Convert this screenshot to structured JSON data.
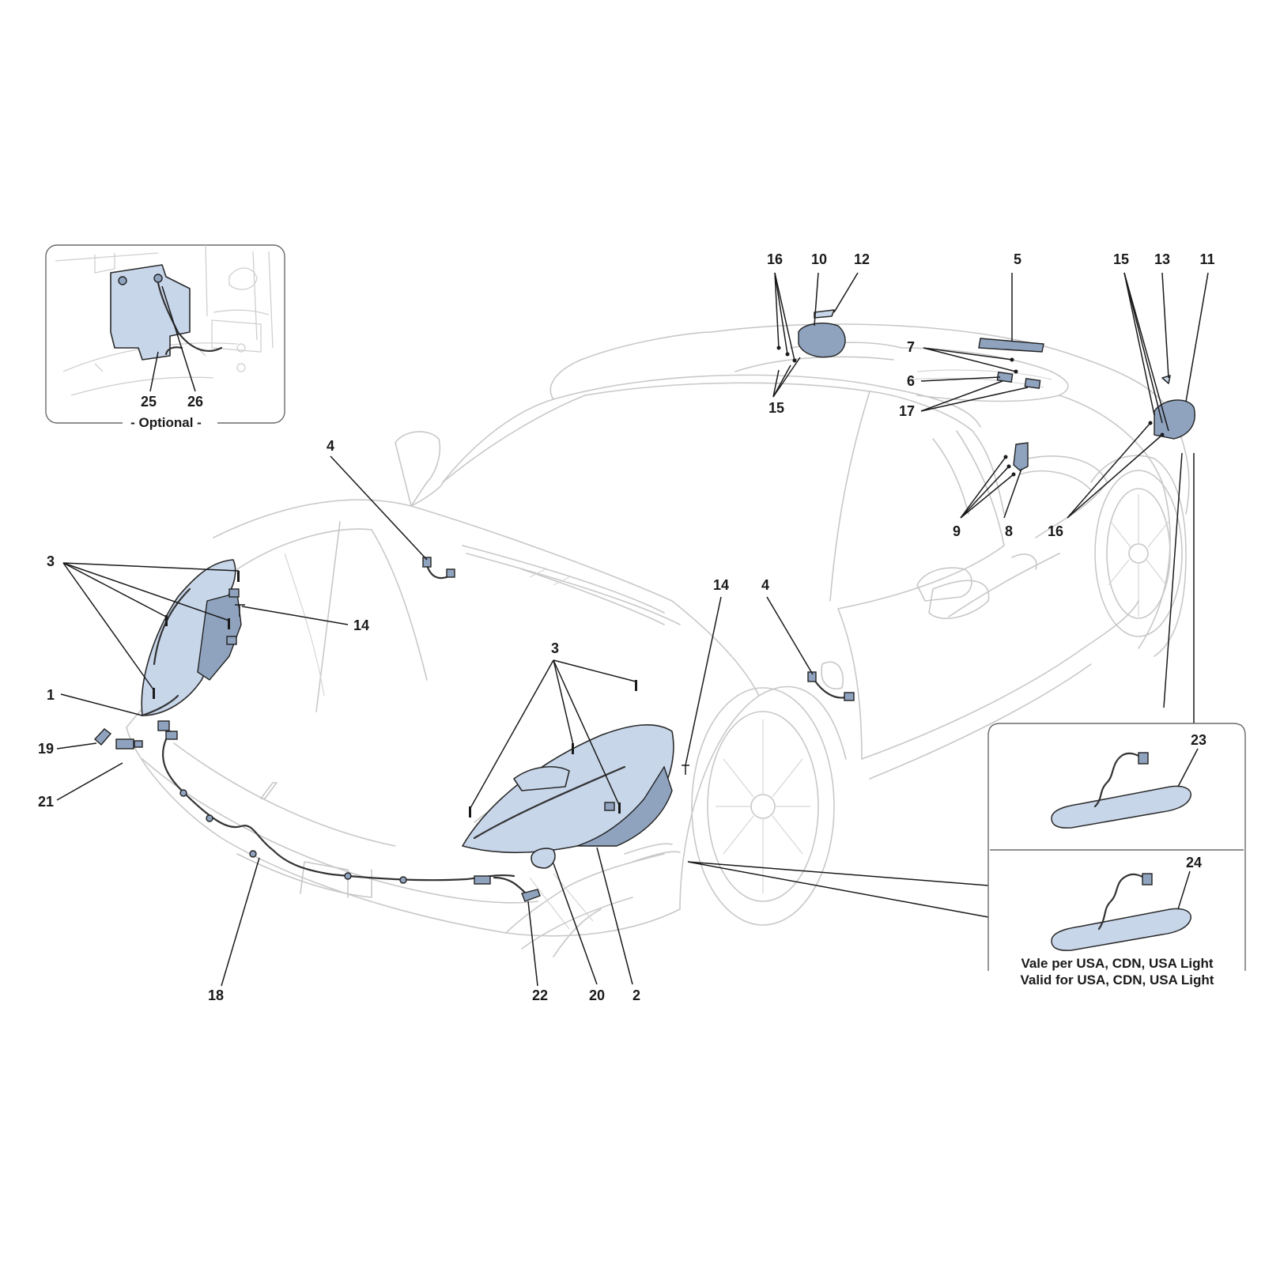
{
  "callouts": [
    {
      "label": "1"
    },
    {
      "label": "2"
    },
    {
      "label": "3"
    },
    {
      "label": "3"
    },
    {
      "label": "4"
    },
    {
      "label": "4"
    },
    {
      "label": "5"
    },
    {
      "label": "6"
    },
    {
      "label": "7"
    },
    {
      "label": "8"
    },
    {
      "label": "9"
    },
    {
      "label": "10"
    },
    {
      "label": "11"
    },
    {
      "label": "12"
    },
    {
      "label": "13"
    },
    {
      "label": "14"
    },
    {
      "label": "14"
    },
    {
      "label": "15"
    },
    {
      "label": "15"
    },
    {
      "label": "16"
    },
    {
      "label": "16"
    },
    {
      "label": "17"
    },
    {
      "label": "18"
    },
    {
      "label": "19"
    },
    {
      "label": "20"
    },
    {
      "label": "21"
    },
    {
      "label": "22"
    },
    {
      "label": "23"
    },
    {
      "label": "24"
    },
    {
      "label": "25"
    },
    {
      "label": "26"
    }
  ],
  "inset_optional": {
    "caption": "- Optional -"
  },
  "inset_usa": {
    "caption_line1": "Vale per USA, CDN, USA Light",
    "caption_line2": "Valid for USA, CDN, USA Light"
  },
  "colors": {
    "part_fill": "#c8d6ea",
    "outline": "#2a2a2a",
    "car_line": "#c8c8c8"
  }
}
